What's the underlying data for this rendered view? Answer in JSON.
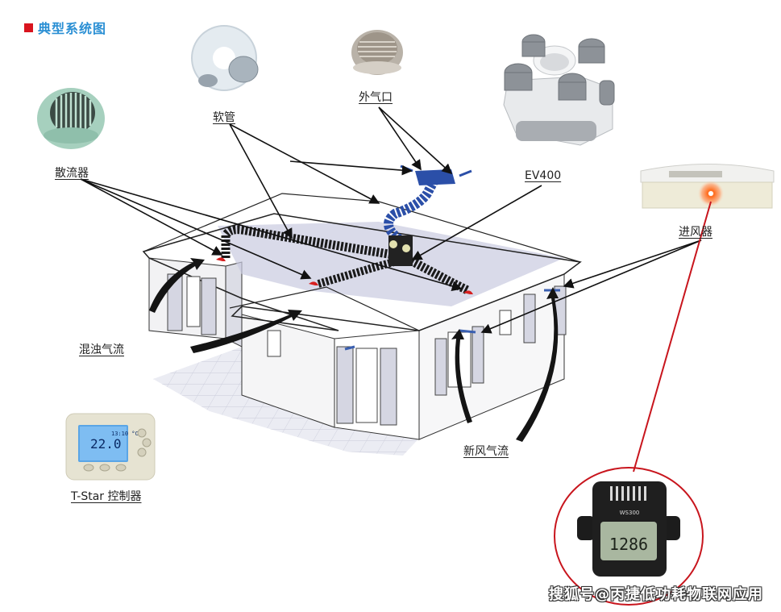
{
  "title": {
    "text": "典型系统图",
    "marker_color": "#d9141e",
    "text_color": "#2a8fd4"
  },
  "components": {
    "diffuser": {
      "label": "散流器",
      "icon": "round-grille-diffuser"
    },
    "flex_duct": {
      "label": "软管",
      "icon": "flexible-duct-coil"
    },
    "outer_vent": {
      "label": "外气口",
      "icon": "stainless-vent-cap"
    },
    "ev400": {
      "label": "EV400",
      "icon": "ventilation-unit-manifold"
    },
    "air_inlet": {
      "label": "进风器",
      "icon": "window-air-inlet"
    },
    "dirty_air": {
      "label": "混浊气流"
    },
    "fresh_air": {
      "label": "新风气流"
    },
    "controller": {
      "label": "T-Star 控制器",
      "icon": "thermostat-controller",
      "display": {
        "temperature": "22.0",
        "unit": "°C",
        "time": "13:10"
      }
    },
    "sensor": {
      "model": "WS300",
      "reading": "1286",
      "icon": "co2-sensor"
    }
  },
  "watermark": "搜狐号@丙捷低功耗物联网应用",
  "colors": {
    "highlight_ring": "#c8151d",
    "duct_blue": "#2b4fa8",
    "duct_black": "#1a1a1a",
    "house_shade": "#c9cbe0"
  }
}
